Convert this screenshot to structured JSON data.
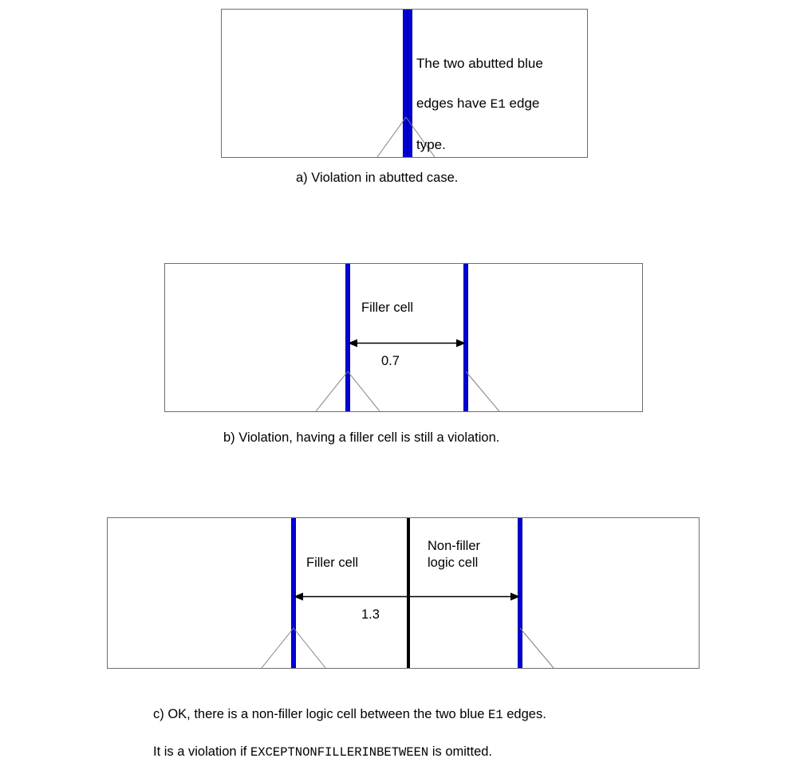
{
  "figure": {
    "background": "#ffffff",
    "edge_blue_color": "#0000d8",
    "edge_black_color": "#000000",
    "frame_color": "#6e6e6e",
    "marker_color": "#808080"
  },
  "panels": [
    {
      "id": "a",
      "note_line1": "The two abutted blue",
      "note_line2_pre": "edges have ",
      "note_line2_mono": "E1",
      "note_line2_post": " edge",
      "note_line3": "type.",
      "caption": "a) Violation in abutted case."
    },
    {
      "id": "b",
      "cell_label": "Filler cell",
      "dimension_value": "0.7",
      "caption": "b) Violation, having a filler cell is still a violation."
    },
    {
      "id": "c",
      "filler_label": "Filler cell",
      "nonfiller_label": "Non-filler\nlogic cell",
      "dimension_value": "1.3",
      "caption_line1_pre": "c) OK, there is a non-filler logic cell between the two blue ",
      "caption_line1_mono": "E1",
      "caption_line1_post": "  edges.",
      "caption_line2_pre": "It is a violation if ",
      "caption_line2_mono": "EXCEPTNONFILLERINBETWEEN",
      "caption_line2_post": " is omitted."
    }
  ]
}
